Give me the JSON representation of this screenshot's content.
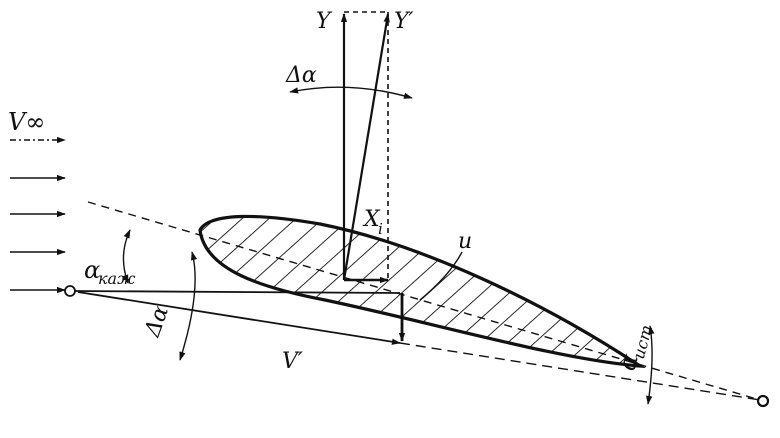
{
  "labels": {
    "freestream": "V∞",
    "lift": "Y",
    "lift_tilted": "Y′",
    "delta_alpha_top": "Δα",
    "delta_alpha_left": "Δα",
    "alpha_apparent": "α",
    "alpha_apparent_sub": "каж",
    "induced_drag": "X",
    "induced_drag_sub": "i",
    "downwash": "u",
    "velocity_resultant": "V′",
    "alpha_true": "α",
    "alpha_true_sub": "ист"
  },
  "colors": {
    "ink": "#111111",
    "background": "#ffffff"
  }
}
